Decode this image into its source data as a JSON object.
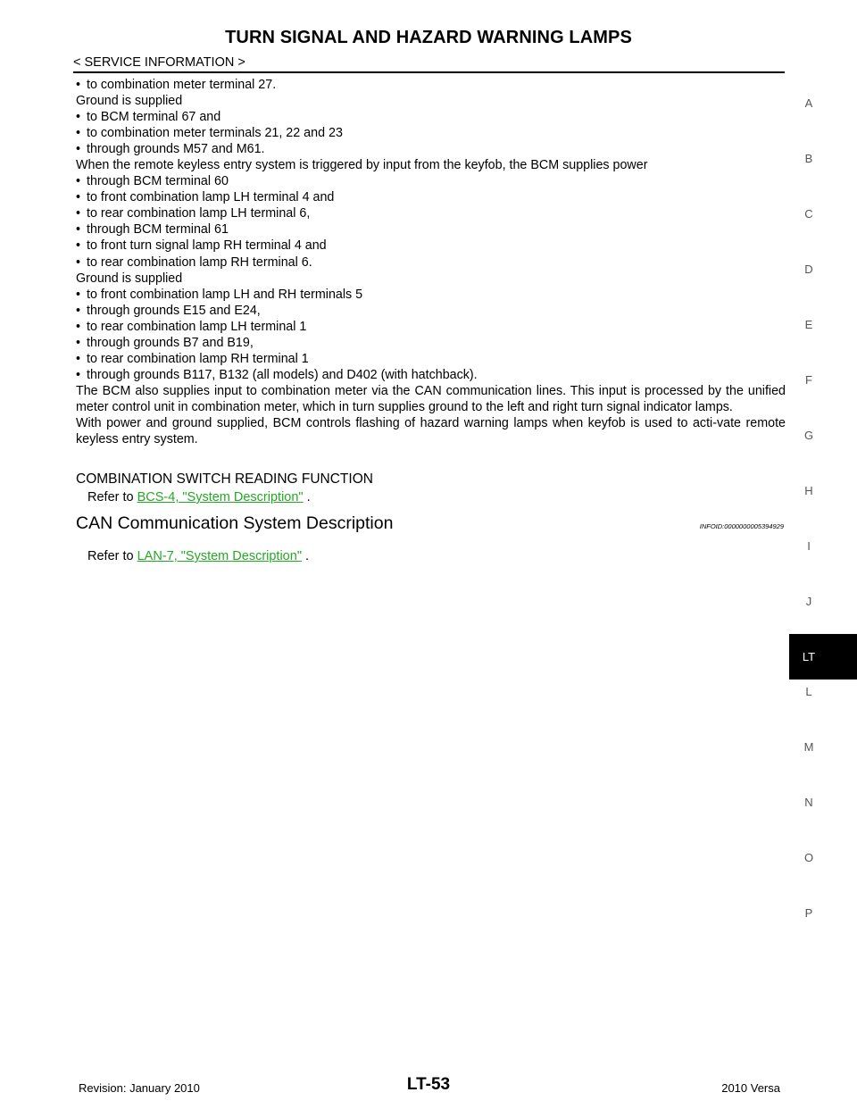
{
  "header": {
    "title": "TURN SIGNAL AND HAZARD WARNING LAMPS",
    "section_tag": "< SERVICE INFORMATION >"
  },
  "body_lines": [
    {
      "type": "bullet",
      "text": "to combination meter terminal 27."
    },
    {
      "type": "plain",
      "text": "Ground is supplied"
    },
    {
      "type": "bullet",
      "text": "to BCM terminal 67 and"
    },
    {
      "type": "bullet",
      "text": "to combination meter terminals 21, 22 and 23"
    },
    {
      "type": "bullet",
      "text": "through grounds M57 and M61."
    },
    {
      "type": "plain",
      "text": "When the remote keyless entry system is triggered by input from the keyfob, the BCM supplies power"
    },
    {
      "type": "bullet",
      "text": "through BCM terminal 60"
    },
    {
      "type": "bullet",
      "text": "to front combination lamp LH terminal 4 and"
    },
    {
      "type": "bullet",
      "text": "to rear combination lamp LH terminal 6,"
    },
    {
      "type": "bullet",
      "text": "through BCM terminal 61"
    },
    {
      "type": "bullet",
      "text": "to front turn signal lamp RH terminal 4 and"
    },
    {
      "type": "bullet",
      "text": "to rear combination lamp RH terminal 6."
    },
    {
      "type": "plain",
      "text": "Ground is supplied"
    },
    {
      "type": "bullet",
      "text": "to front combination lamp LH and RH terminals 5"
    },
    {
      "type": "bullet",
      "text": "through grounds E15 and E24,"
    },
    {
      "type": "bullet",
      "text": "to rear combination lamp LH terminal 1"
    },
    {
      "type": "bullet",
      "text": "through grounds B7 and B19,"
    },
    {
      "type": "bullet",
      "text": "to rear combination lamp RH terminal 1"
    },
    {
      "type": "bullet",
      "text": "through grounds B117, B132 (all models) and D402 (with hatchback)."
    }
  ],
  "paragraphs": [
    "The BCM also supplies input to combination meter via the CAN communication lines. This input is processed by the unified meter control unit in combination meter, which in turn supplies ground to the left and right turn signal indicator lamps.",
    "With power and ground supplied, BCM controls flashing of hazard warning lamps when keyfob is used to acti-vate remote keyless entry system."
  ],
  "bullet_glyph": "•",
  "subsection": {
    "title": "COMBINATION SWITCH READING FUNCTION",
    "ref_prefix": "Refer to ",
    "ref_link": "BCS-4, \"System Description\"",
    "ref_suffix": " ."
  },
  "can_section": {
    "title": "CAN Communication System Description",
    "info_id": "INFOID:0000000005394929",
    "ref_prefix": "Refer to ",
    "ref_link": "LAN-7, \"System Description\"",
    "ref_suffix": " ."
  },
  "side_index": {
    "letters": [
      "A",
      "B",
      "C",
      "D",
      "E",
      "F",
      "G",
      "H",
      "I",
      "J",
      "L",
      "M",
      "N",
      "O",
      "P"
    ],
    "active": "LT"
  },
  "footer": {
    "revision": "Revision: January 2010",
    "page": "LT-53",
    "model": "2010 Versa"
  },
  "colors": {
    "link": "#22aa22",
    "active_tab_bg": "#000000"
  }
}
